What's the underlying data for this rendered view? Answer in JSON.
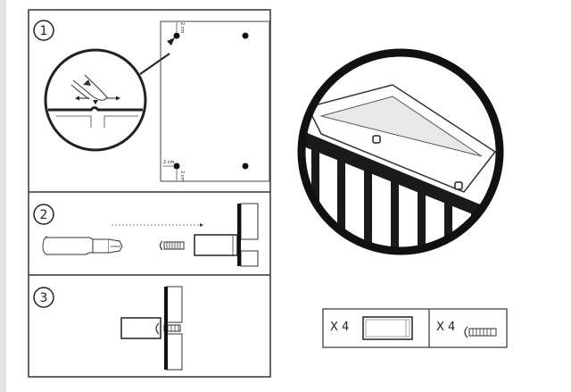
{
  "steps": [
    {
      "number": "1"
    },
    {
      "number": "2"
    },
    {
      "number": "3"
    }
  ],
  "step1": {
    "dimension_top": "2 cm",
    "dimension_bottom_horizontal": "2 cm",
    "dimension_bottom_vertical": "2 cm"
  },
  "parts": [
    {
      "quantity": "X 4",
      "icon": "anchor-sleeve-icon"
    },
    {
      "quantity": "X 4",
      "icon": "screw-icon"
    }
  ]
}
